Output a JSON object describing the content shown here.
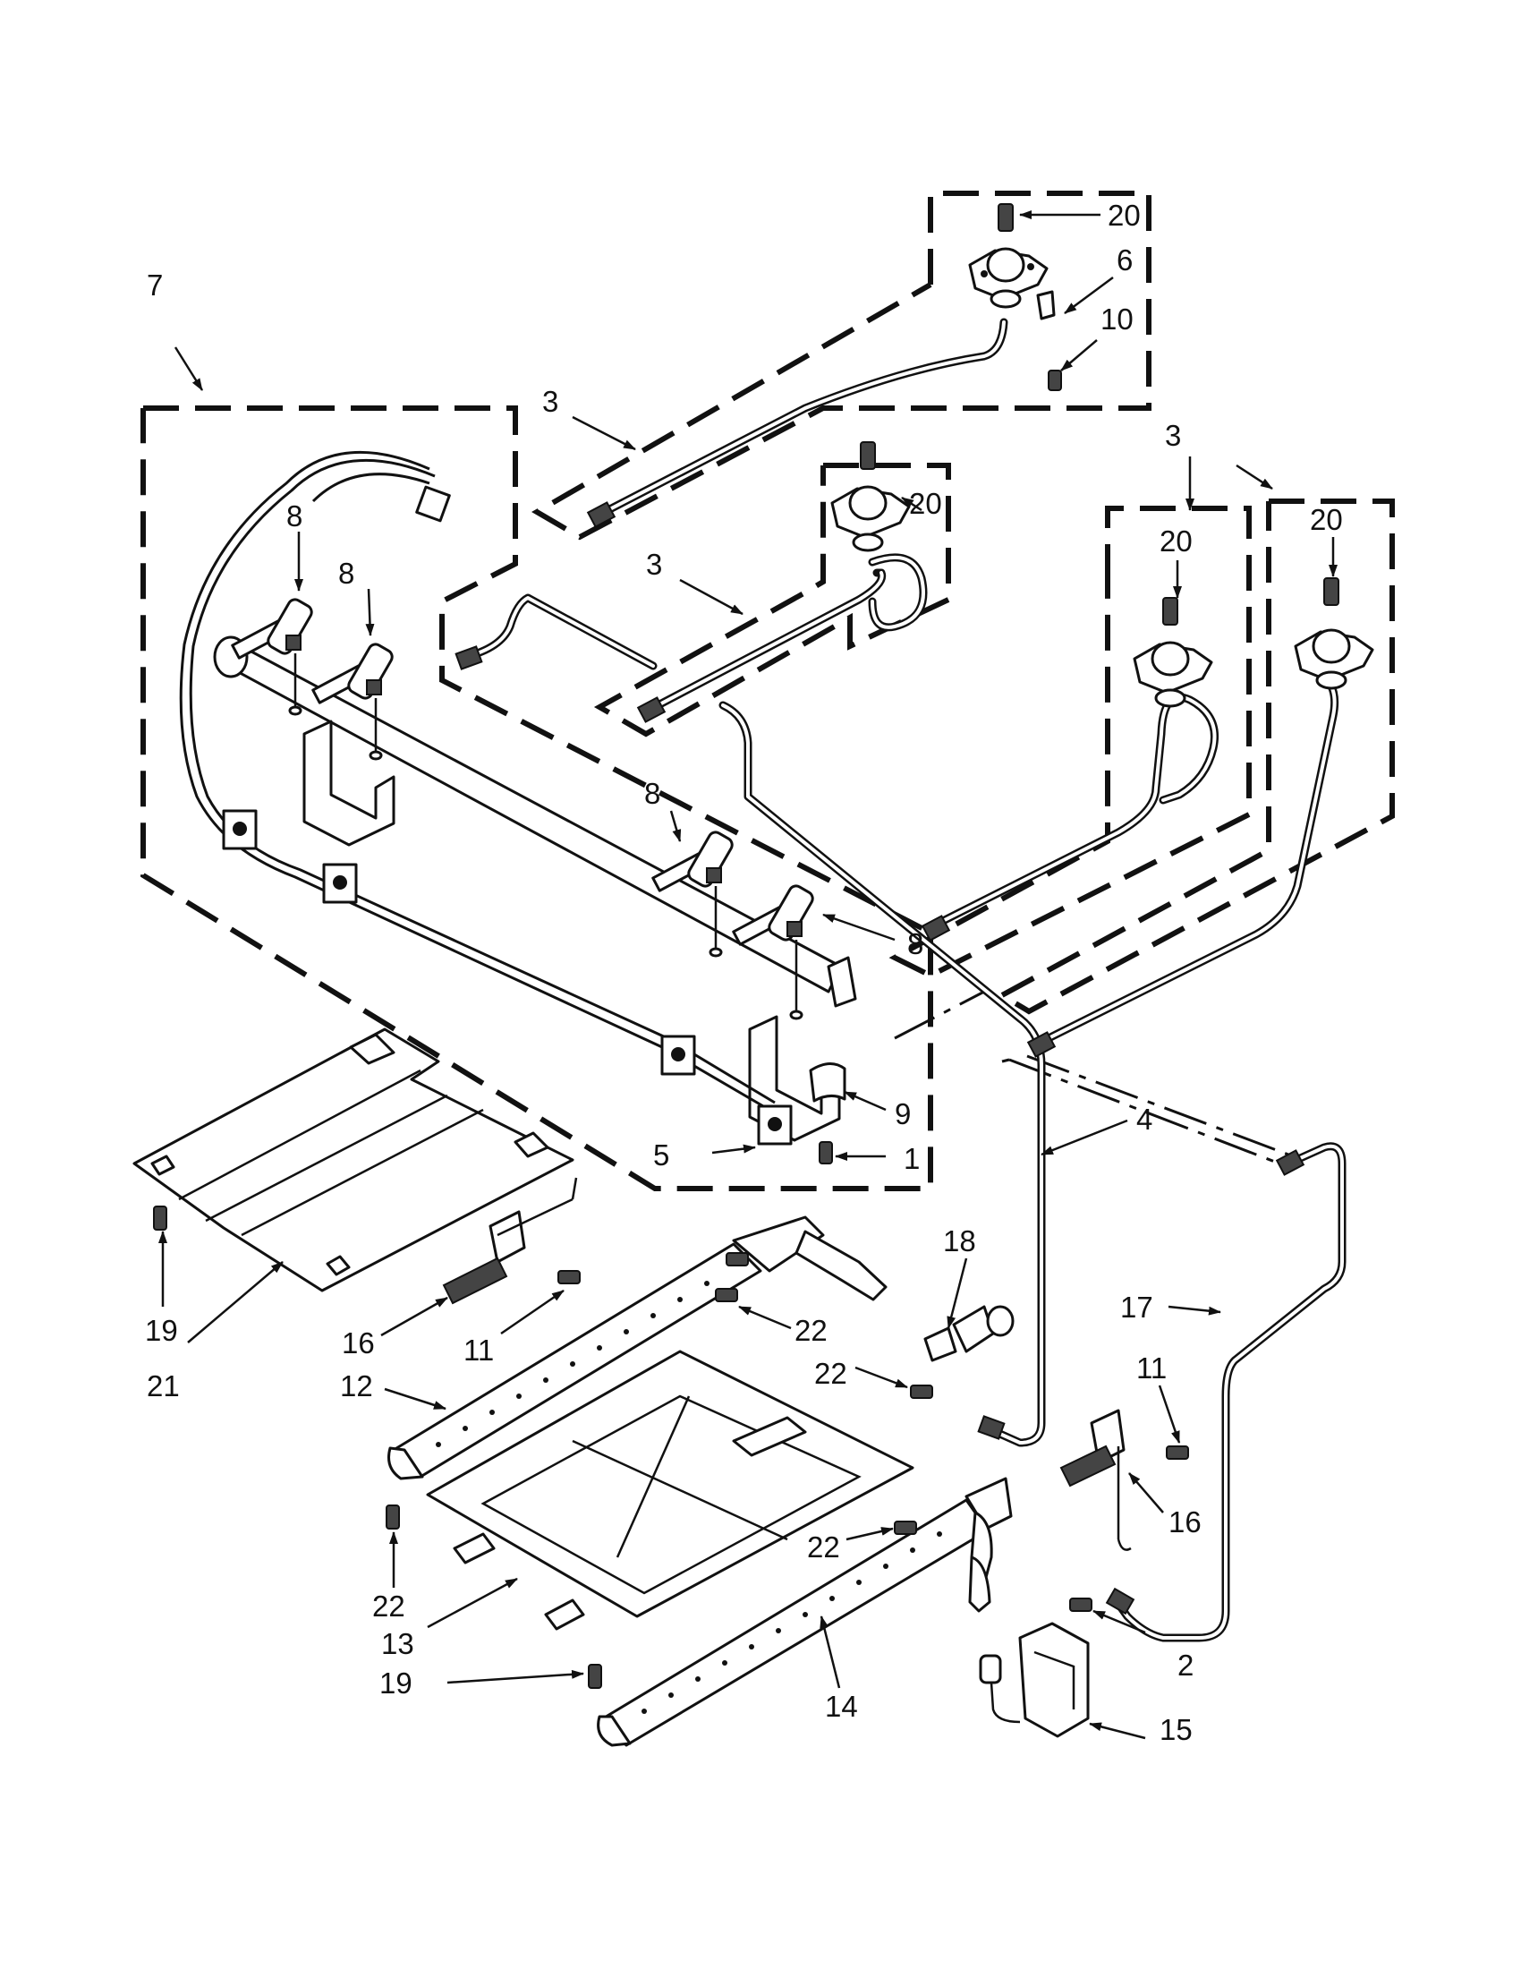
{
  "callouts": [
    {
      "id": "c1",
      "text": "1"
    },
    {
      "id": "c2",
      "text": "2"
    },
    {
      "id": "c3a",
      "text": "3"
    },
    {
      "id": "c3b",
      "text": "3"
    },
    {
      "id": "c3c",
      "text": "3"
    },
    {
      "id": "c4",
      "text": "4"
    },
    {
      "id": "c5",
      "text": "5"
    },
    {
      "id": "c6",
      "text": "6"
    },
    {
      "id": "c7",
      "text": "7"
    },
    {
      "id": "c8a",
      "text": "8"
    },
    {
      "id": "c8b",
      "text": "8"
    },
    {
      "id": "c8c",
      "text": "8"
    },
    {
      "id": "c8d",
      "text": "8"
    },
    {
      "id": "c9",
      "text": "9"
    },
    {
      "id": "c10",
      "text": "10"
    },
    {
      "id": "c11a",
      "text": "11"
    },
    {
      "id": "c11b",
      "text": "11"
    },
    {
      "id": "c12",
      "text": "12"
    },
    {
      "id": "c13",
      "text": "13"
    },
    {
      "id": "c14",
      "text": "14"
    },
    {
      "id": "c15",
      "text": "15"
    },
    {
      "id": "c16a",
      "text": "16"
    },
    {
      "id": "c16b",
      "text": "16"
    },
    {
      "id": "c17",
      "text": "17"
    },
    {
      "id": "c18",
      "text": "18"
    },
    {
      "id": "c19a",
      "text": "19"
    },
    {
      "id": "c19b",
      "text": "19"
    },
    {
      "id": "c20a",
      "text": "20"
    },
    {
      "id": "c20b",
      "text": "20"
    },
    {
      "id": "c20c",
      "text": "20"
    },
    {
      "id": "c20d",
      "text": "20"
    },
    {
      "id": "c21",
      "text": "21"
    },
    {
      "id": "c22a",
      "text": "22"
    },
    {
      "id": "c22b",
      "text": "22"
    },
    {
      "id": "c22c",
      "text": "22"
    },
    {
      "id": "c22d",
      "text": "22"
    }
  ]
}
